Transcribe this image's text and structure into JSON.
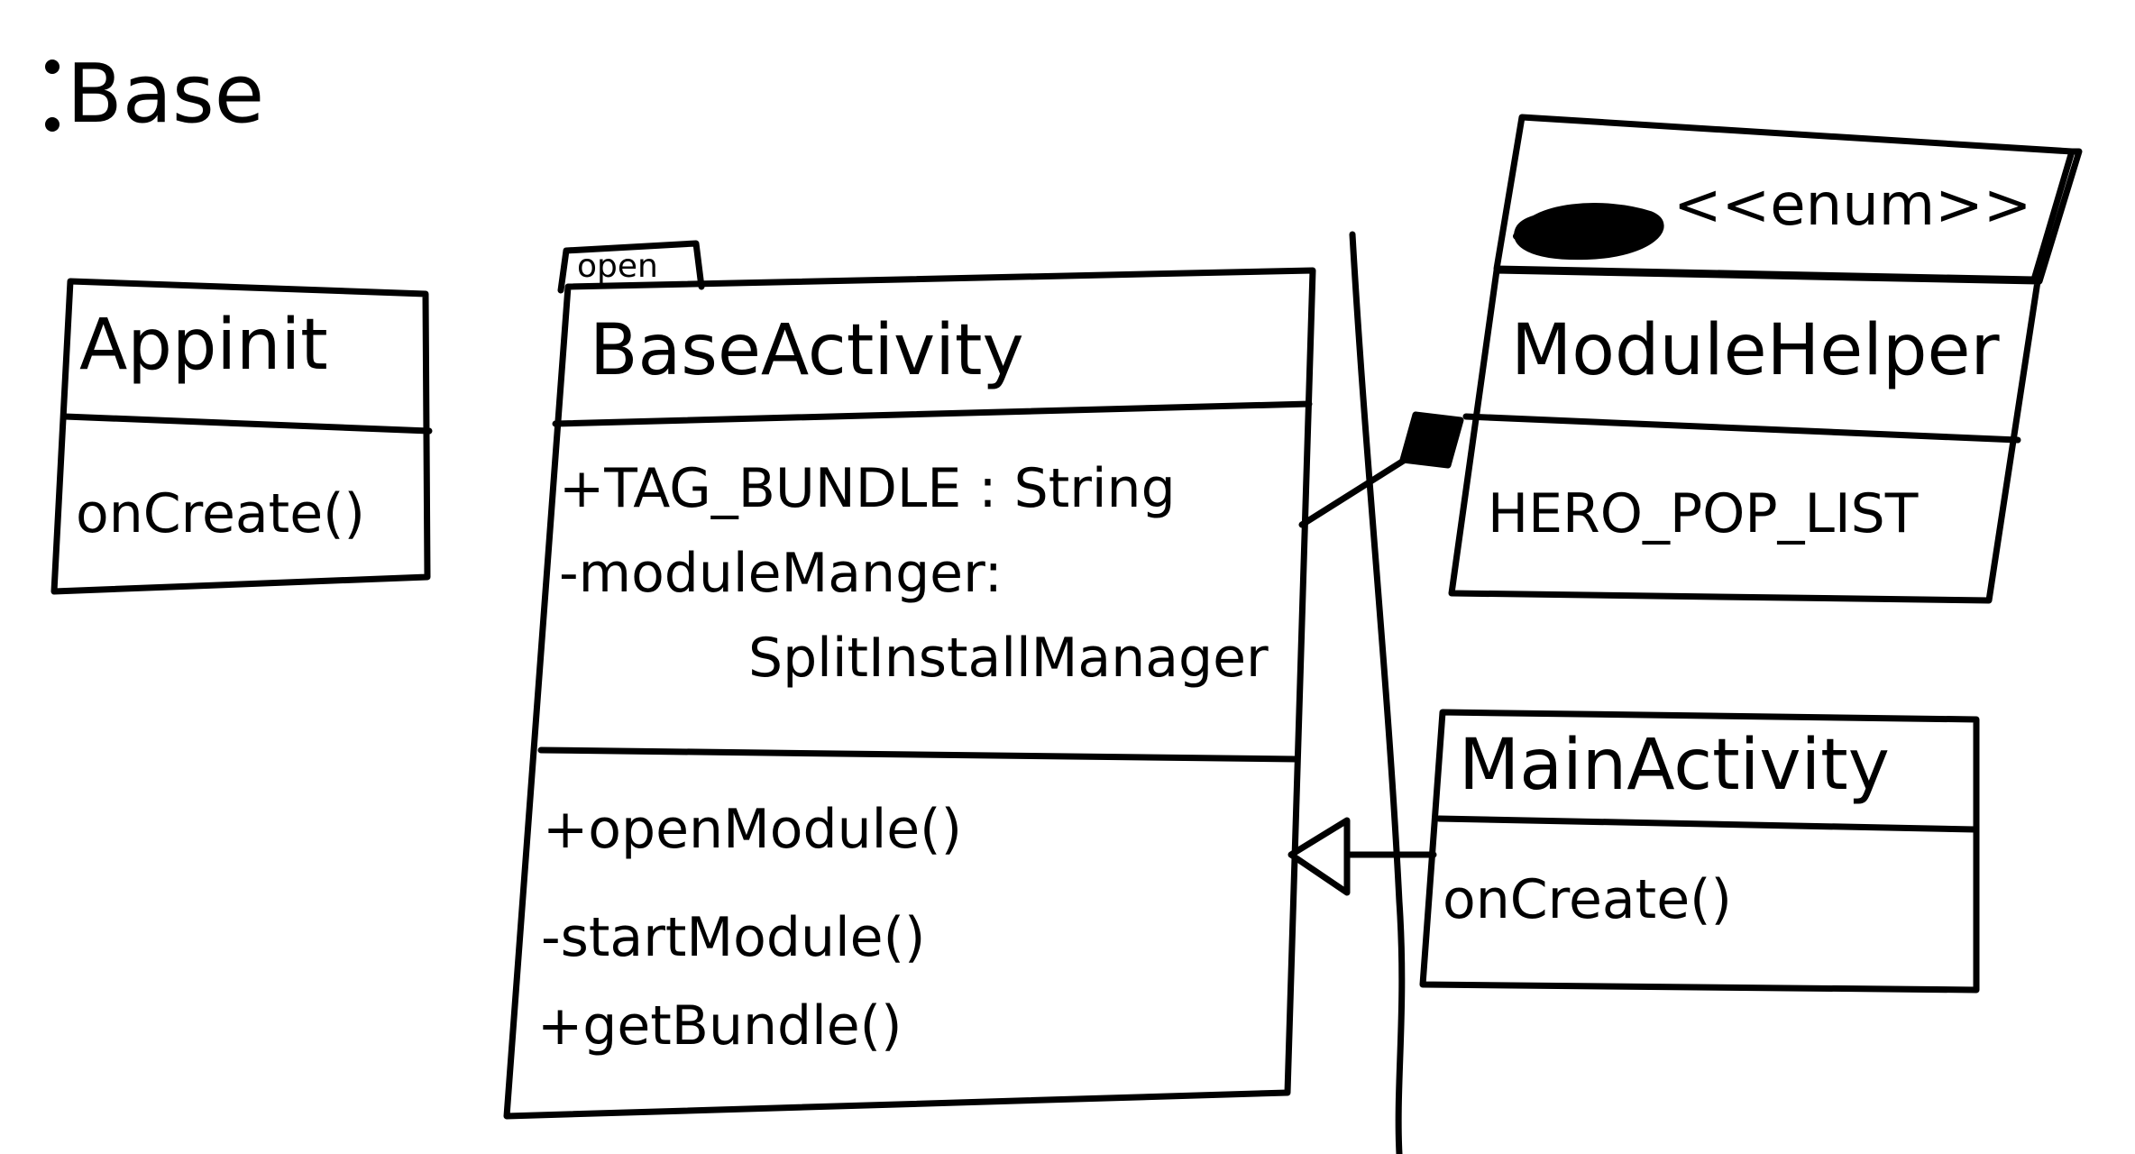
{
  "package": {
    "name": "Base"
  },
  "classes": {
    "appinit": {
      "name": "Appinit",
      "methods": [
        "onCreate()"
      ]
    },
    "base_activity": {
      "tab": "open",
      "name": "BaseActivity",
      "attributes": [
        "+TAG_BUNDLE : String",
        "-moduleManger:",
        "SplitInstallManager"
      ],
      "methods": [
        "+openModule()",
        "-startModule()",
        "+getBundle()"
      ]
    },
    "module_helper": {
      "stereotype": "<<enum>>",
      "name": "ModuleHelper",
      "values": [
        "HERO_POP_LIST"
      ]
    },
    "main_activity": {
      "name": "MainActivity",
      "methods": [
        "onCreate()"
      ]
    }
  },
  "colors": {
    "ink": "#000000",
    "paper": "#ffffff"
  }
}
